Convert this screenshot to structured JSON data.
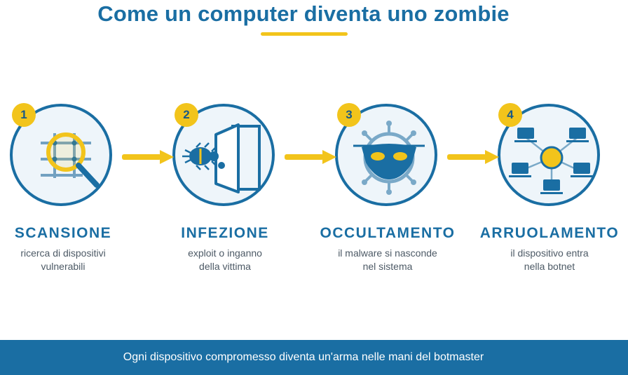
{
  "title": "Come un computer diventa uno zombie",
  "colors": {
    "primary": "#1a6ea3",
    "accent": "#f2c41b",
    "circle_fill": "#eef5fa",
    "text_muted": "#4d5a66"
  },
  "steps": [
    {
      "number": "1",
      "title": "SCANSIONE",
      "description": "ricerca di dispositivi\nvulnerabili",
      "icon": "magnifier-grid-icon"
    },
    {
      "number": "2",
      "title": "INFEZIONE",
      "description": "exploit o inganno\ndella vittima",
      "icon": "bug-door-icon"
    },
    {
      "number": "3",
      "title": "OCCULTAMENTO",
      "description": "il malware si nasconde\nnel sistema",
      "icon": "masked-virus-icon"
    },
    {
      "number": "4",
      "title": "ARRUOLAMENTO",
      "description": "il dispositivo entra\nnella botnet",
      "icon": "botnet-network-icon"
    }
  ],
  "footer": {
    "text": "Ogni dispositivo compromesso diventa un'arma nelle mani del botmaster"
  }
}
